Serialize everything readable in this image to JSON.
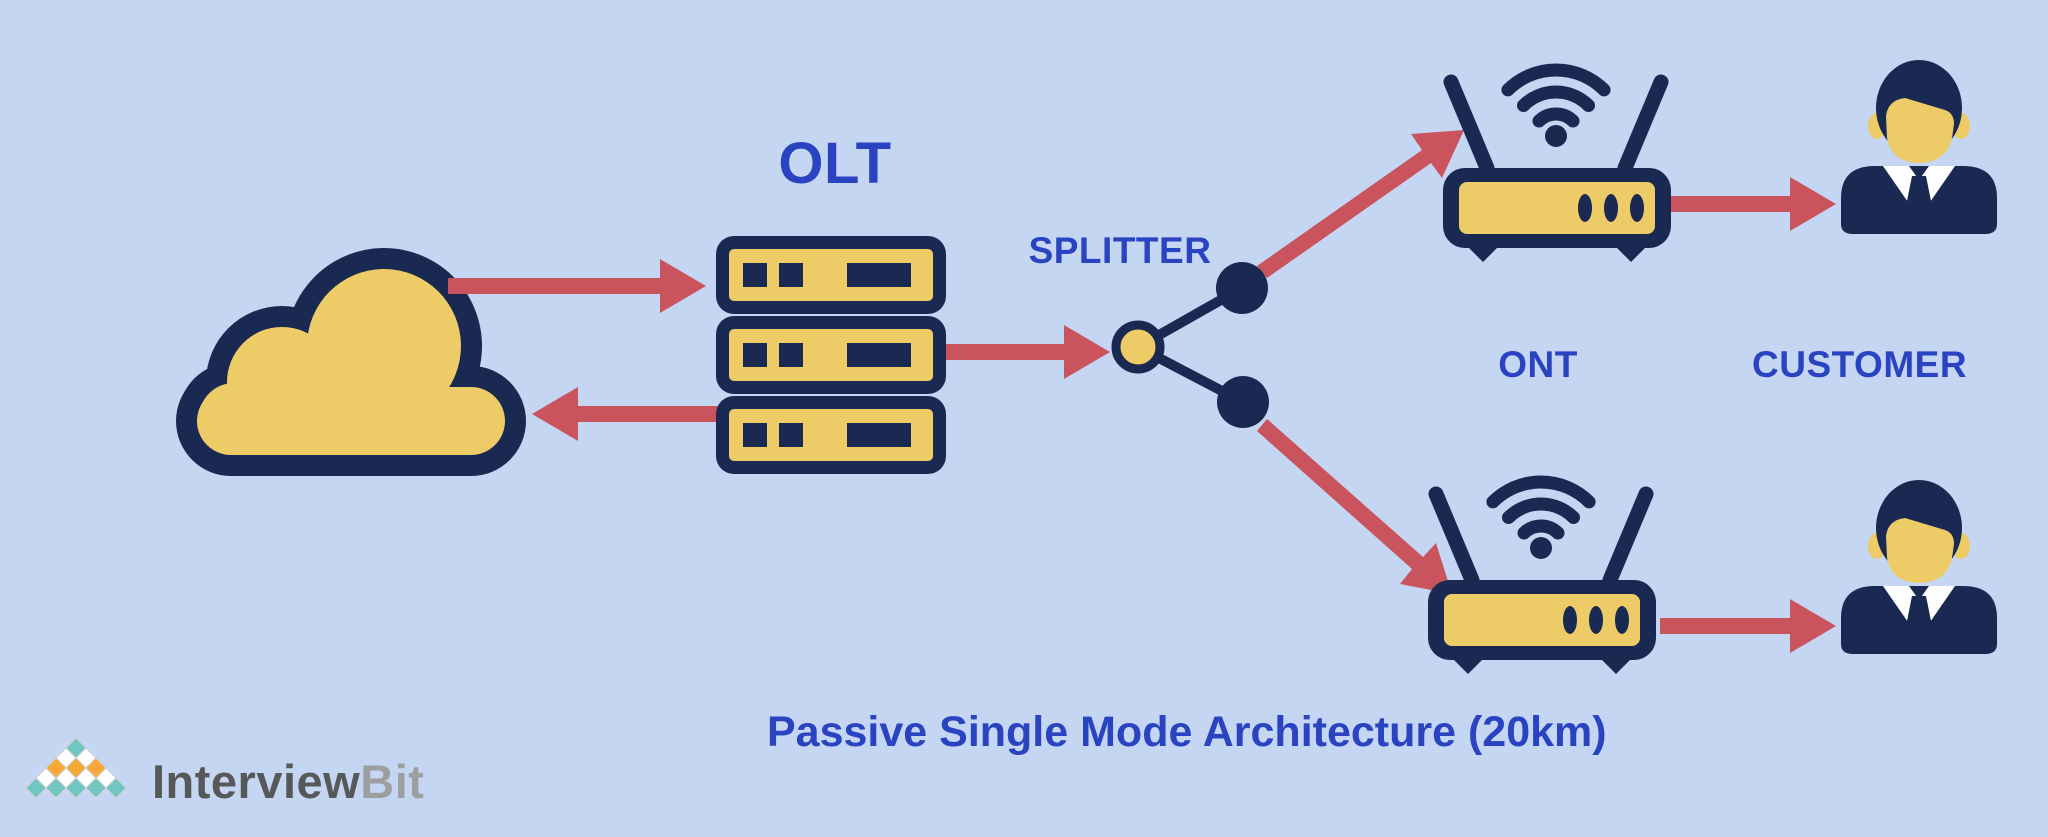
{
  "title": {
    "text": "Passive Single Mode Architecture (20km)"
  },
  "nodes": {
    "internet": {
      "icon": "internet-cloud-icon"
    },
    "olt": {
      "label": "OLT",
      "icon": "olt-server-stack-icon"
    },
    "splitter": {
      "label": "SPLITTER",
      "icon": "splitter-node-icon"
    },
    "ont": {
      "label": "ONT",
      "icon": "wifi-router-icon"
    },
    "customer": {
      "label": "CUSTOMER",
      "icon": "customer-avatar-icon"
    }
  },
  "arrows": {
    "icon": "flow-arrow"
  },
  "logo": {
    "brand_primary": "Interview",
    "brand_secondary": "Bit",
    "icon": "interviewbit-pyramid-logo"
  },
  "colors": {
    "background": "#c5d6f3",
    "navy": "#1a2951",
    "yellow": "#edcc68",
    "red": "#c9545e",
    "label_blue": "#2a43c0",
    "logo_teal": "#72c6c1",
    "logo_orange": "#f6a837",
    "logo_tile_white": "#ffffff",
    "logo_text_dark": "#57585a",
    "logo_text_light": "#9d9ea0"
  }
}
